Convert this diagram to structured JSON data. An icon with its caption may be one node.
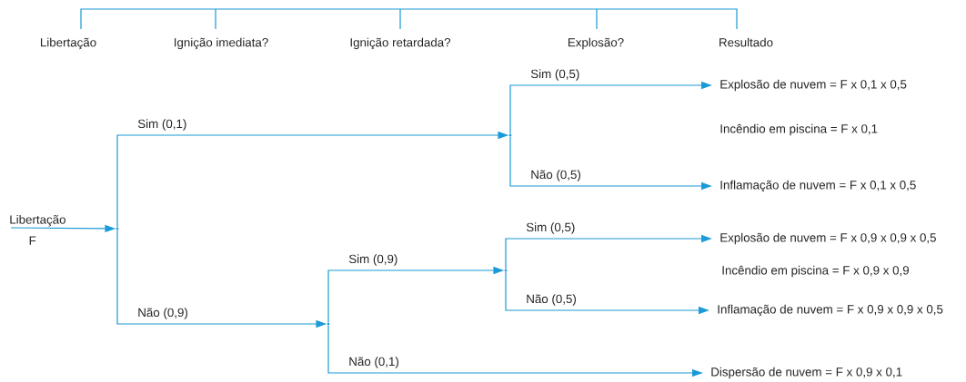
{
  "diagram": {
    "nodes": [
      {
        "text": [
          "Libertação"
        ],
        "beside": [
          "F"
        ]
      },
      {
        "text": [],
        "shape": "point"
      },
      {
        "text": [],
        "shape": "point"
      },
      {
        "text": [
          "Explosão de nuvem = F x 0,1 x 0,5"
        ]
      },
      {
        "text": [
          "Inflamação de nuvem = F x 0,1 x 0,5"
        ]
      },
      {
        "text": [],
        "shape": "point"
      },
      {
        "text": [],
        "shape": "point"
      },
      {
        "text": [
          "Explosão de nuvem = F x 0,9 x 0,9 x 0,5"
        ]
      },
      {
        "text": [
          "Inflamação de nuvem = F x 0,9 x 0,9 x 0,5"
        ]
      },
      {
        "text": [
          "Dispersão de nuvem = F x 0,9 x 0,1"
        ]
      }
    ],
    "edges": [
      {
        "from": 0,
        "to": 1,
        "arrow": "to"
      },
      {
        "from": 1,
        "to": 2,
        "arrow": "to",
        "label": "Sim  (0,1)"
      },
      {
        "from": 2,
        "to": 3,
        "arrow": "to",
        "label": "Sim  (0,5)"
      },
      {
        "from": 2,
        "to": 4,
        "arrow": "to",
        "label": "Não  (0,5)"
      },
      {
        "from": 1,
        "to": 5,
        "arrow": "to",
        "label": "Não  (0,9)"
      },
      {
        "from": 5,
        "to": 6,
        "arrow": "to",
        "label": "Sim  (0,9)"
      },
      {
        "from": 6,
        "to": 7,
        "arrow": "to",
        "label": "Sim  (0,5)"
      },
      {
        "from": 6,
        "to": 8,
        "arrow": "to",
        "label": "Não  (0,5)"
      },
      {
        "from": 5,
        "to": 9,
        "arrow": "to",
        "label": "Não  (0,1)"
      }
    ],
    "labels": [
      "Libertação",
      "Ignição imediata?",
      "Ignição retardada?",
      "Explosão?",
      "Resultado",
      "Incêndio em piscina = F x 0,1",
      "Incêndio em piscina = F x  0,9 x 0,9"
    ]
  }
}
